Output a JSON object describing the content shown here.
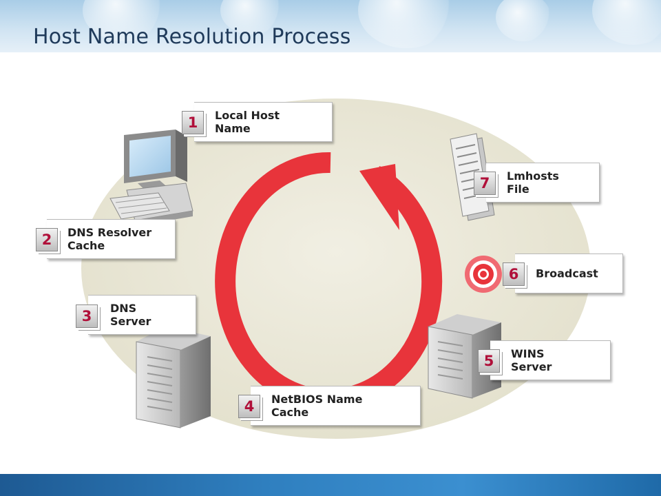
{
  "title": "Host Name Resolution Process",
  "colors": {
    "arrow": "#e8343b",
    "badge_number": "#b0103a",
    "ellipse": "#e8e6d6",
    "footer": "#2f7fbf"
  },
  "steps": [
    {
      "number": "1",
      "label": "Local Host\nName",
      "icon": "desktop-computer-icon"
    },
    {
      "number": "2",
      "label": "DNS Resolver\nCache",
      "icon": "desktop-computer-icon"
    },
    {
      "number": "3",
      "label": "DNS\nServer",
      "icon": "server-tower-icon"
    },
    {
      "number": "4",
      "label": "NetBIOS Name\nCache",
      "icon": ""
    },
    {
      "number": "5",
      "label": "WINS\nServer",
      "icon": "server-tower-icon"
    },
    {
      "number": "6",
      "label": "Broadcast",
      "icon": "broadcast-target-icon"
    },
    {
      "number": "7",
      "label": "Lmhosts\nFile",
      "icon": "document-icon"
    }
  ]
}
